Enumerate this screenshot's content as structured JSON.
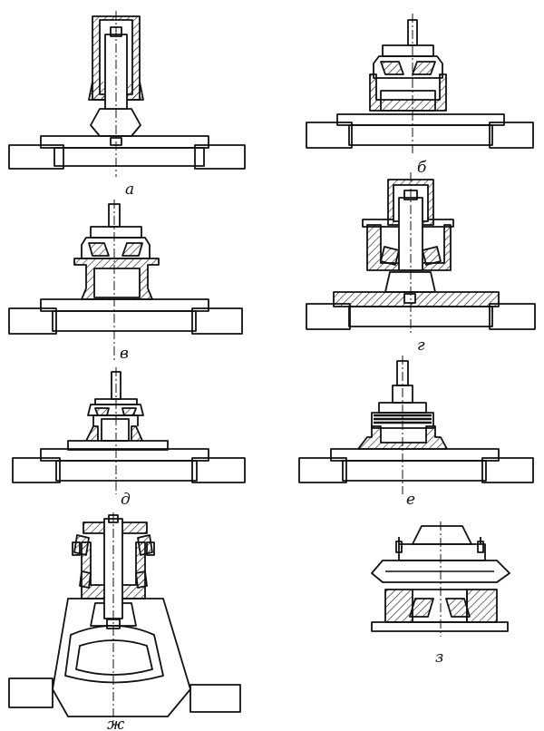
{
  "figure": {
    "panels": [
      {
        "id": "a",
        "label": "а"
      },
      {
        "id": "b",
        "label": "б"
      },
      {
        "id": "v",
        "label": "в"
      },
      {
        "id": "g",
        "label": "г"
      },
      {
        "id": "d",
        "label": "д"
      },
      {
        "id": "e",
        "label": "е"
      },
      {
        "id": "zh",
        "label": "ж"
      },
      {
        "id": "z",
        "label": "з"
      }
    ],
    "colors": {
      "line": "#111111",
      "background": "#ffffff"
    }
  }
}
